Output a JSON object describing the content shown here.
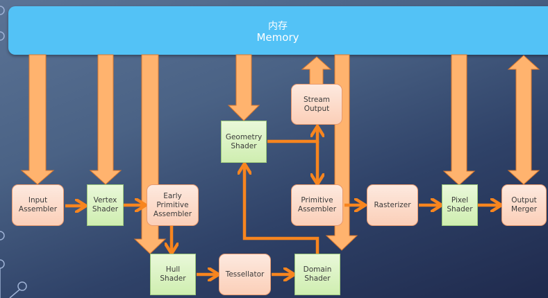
{
  "memory": {
    "label_zh": "内存",
    "label_en": "Memory",
    "color": "#53c2f6"
  },
  "stages": {
    "input_assembler": {
      "label": "Input\nAssembler",
      "kind": "fixed"
    },
    "vertex_shader": {
      "label": "Vertex\nShader",
      "kind": "programmable"
    },
    "early_primitive_assembler": {
      "label": "Early\nPrimitive\nAssembler",
      "kind": "fixed"
    },
    "hull_shader": {
      "label": "Hull\nShader",
      "kind": "programmable"
    },
    "tessellator": {
      "label": "Tessellator",
      "kind": "fixed"
    },
    "domain_shader": {
      "label": "Domain\nShader",
      "kind": "programmable"
    },
    "geometry_shader": {
      "label": "Geometry\nShader",
      "kind": "programmable"
    },
    "stream_output": {
      "label": "Stream\nOutput",
      "kind": "fixed"
    },
    "primitive_assembler": {
      "label": "Primitive\nAssembler",
      "kind": "fixed"
    },
    "rasterizer": {
      "label": "Rasterizer",
      "kind": "fixed"
    },
    "pixel_shader": {
      "label": "Pixel\nShader",
      "kind": "programmable"
    },
    "output_merger": {
      "label": "Output\nMerger",
      "kind": "fixed"
    }
  },
  "colors": {
    "fixed_function": "#fbd6c2",
    "programmable": "#d8f2bf",
    "memory_arrow": "#ffb36e",
    "flow_arrow": "#f7851f"
  },
  "edges": [
    {
      "from": "input_assembler",
      "to": "vertex_shader"
    },
    {
      "from": "vertex_shader",
      "to": "early_primitive_assembler"
    },
    {
      "from": "early_primitive_assembler",
      "to": "hull_shader"
    },
    {
      "from": "hull_shader",
      "to": "tessellator"
    },
    {
      "from": "tessellator",
      "to": "domain_shader"
    },
    {
      "from": "domain_shader",
      "to": "geometry_shader"
    },
    {
      "from": "geometry_shader",
      "to": "stream_output"
    },
    {
      "from": "geometry_shader",
      "to": "primitive_assembler"
    },
    {
      "from": "primitive_assembler",
      "to": "rasterizer"
    },
    {
      "from": "rasterizer",
      "to": "pixel_shader"
    },
    {
      "from": "pixel_shader",
      "to": "output_merger"
    }
  ],
  "memory_links": [
    {
      "stage": "input_assembler",
      "direction": "read"
    },
    {
      "stage": "vertex_shader",
      "direction": "read"
    },
    {
      "stage": "hull_shader",
      "direction": "read"
    },
    {
      "stage": "geometry_shader",
      "direction": "read"
    },
    {
      "stage": "stream_output",
      "direction": "write"
    },
    {
      "stage": "domain_shader",
      "direction": "read"
    },
    {
      "stage": "pixel_shader",
      "direction": "read"
    },
    {
      "stage": "output_merger",
      "direction": "read-write"
    }
  ]
}
